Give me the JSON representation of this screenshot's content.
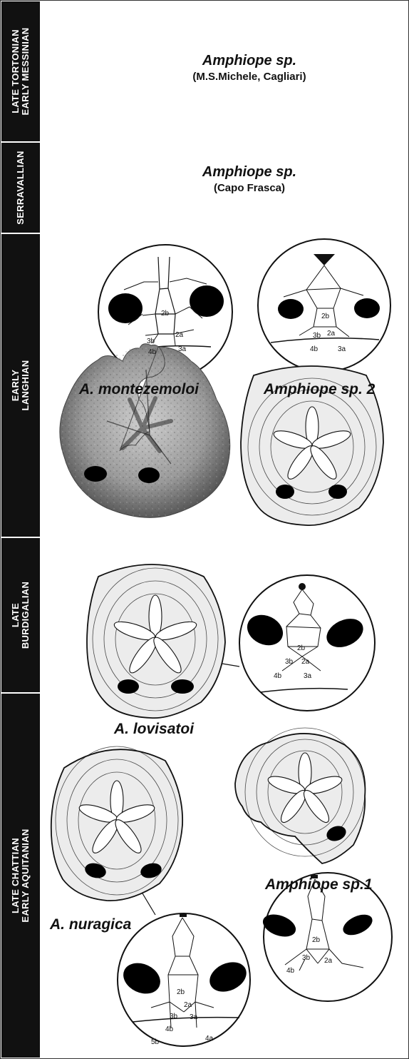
{
  "periods": [
    {
      "lines": [
        "LATE TORTONIAN",
        "EARLY MESSINIAN"
      ]
    },
    {
      "lines": [
        "SERRAVALLIAN"
      ]
    },
    {
      "lines": [
        "EARLY",
        "LANGHIAN"
      ]
    },
    {
      "lines": [
        "LATE",
        "BURDIGALIAN"
      ]
    },
    {
      "lines": [
        "LATE CHATTIAN",
        "EARLY AQUITANIAN"
      ]
    }
  ],
  "titles": {
    "tortonian": {
      "name": "Amphiope sp.",
      "locality": "(M.S.Michele, Cagliari)"
    },
    "serravallian": {
      "name": "Amphiope sp.",
      "locality": "(Capo Frasca)"
    }
  },
  "taxa": {
    "montezemoloi": "A. montezemoloi",
    "sp2": "Amphiope sp. 2",
    "lovisatoi": "A. lovisatoi",
    "sp1": "Amphiope sp.1",
    "nuragica": "A. nuragica"
  },
  "plate_codes": {
    "c2b": "2b",
    "c2a": "2a",
    "c3b": "3b",
    "c3a": "3a",
    "c4b": "4b",
    "c4a": "4a",
    "c5b": "5b"
  },
  "colors": {
    "lunule": "#000000",
    "test_fill": "#e9e9e9",
    "outline": "#111111",
    "sidebar": "#111111"
  }
}
